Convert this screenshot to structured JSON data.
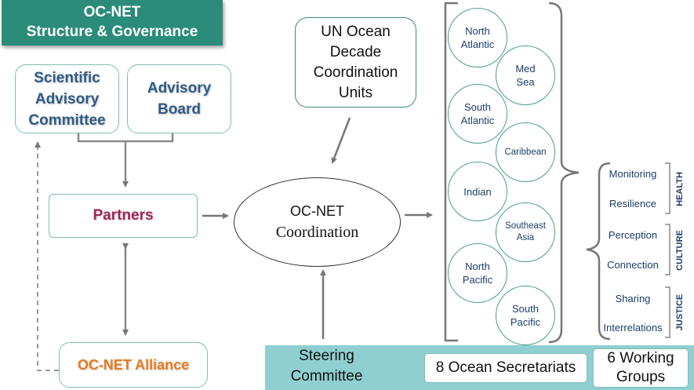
{
  "title": {
    "line1": "OC-NET",
    "line2": "Structure & Governance"
  },
  "scientific_advisory_committee": {
    "line1": "Scientific",
    "line2": "Advisory",
    "line3": "Committee"
  },
  "advisory_board": {
    "line1": "Advisory",
    "line2": "Board"
  },
  "partners": "Partners",
  "alliance": "OC-NET Alliance",
  "un_coordination": {
    "line1": "UN Ocean",
    "line2": "Decade",
    "line3": "Coordination",
    "line4": "Units"
  },
  "coordination": {
    "line1": "OC-NET",
    "line2": "Coordination"
  },
  "ocean_secretariats": [
    {
      "line1": "North",
      "line2": "Atlantic"
    },
    {
      "line1": "Med",
      "line2": "Sea"
    },
    {
      "line1": "South",
      "line2": "Atlantic"
    },
    {
      "line1": "Caribbean",
      "line2": ""
    },
    {
      "line1": "Indian",
      "line2": ""
    },
    {
      "line1": "Southeast",
      "line2": "Asia"
    },
    {
      "line1": "North",
      "line2": "Pacific"
    },
    {
      "line1": "South",
      "line2": "Pacific"
    }
  ],
  "working_groups": {
    "health": {
      "label": "HEALTH",
      "items": [
        "Monitoring",
        "Resilience"
      ]
    },
    "culture": {
      "label": "CULTURE",
      "items": [
        "Perception",
        "Connection"
      ]
    },
    "justice": {
      "label": "JUSTICE",
      "items": [
        "Sharing",
        "Interrelations"
      ]
    }
  },
  "steering": {
    "label_line1": "Steering",
    "label_line2": "Committee",
    "secretariats": "8 Ocean Secretariats",
    "wg_line1": "6 Working",
    "wg_line2": "Groups"
  },
  "colors": {
    "banner": "#2a8c79",
    "teal_border": "#7fbdb2",
    "partners": "#a0265a",
    "alliance": "#e87a1e",
    "steering_bar": "#8fcfd1"
  }
}
